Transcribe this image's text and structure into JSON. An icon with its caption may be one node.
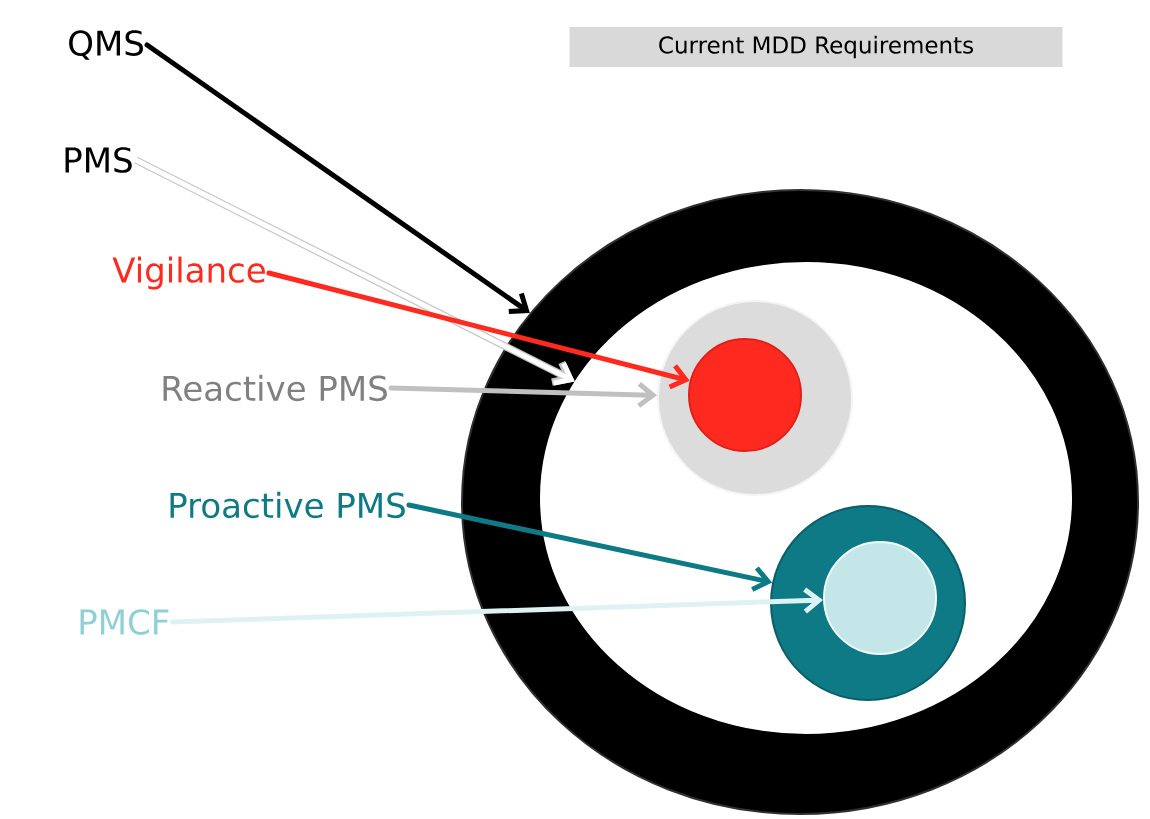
{
  "diagram": {
    "nodes": [
      {
        "text": [
          "Current MDD Requirements"
        ]
      },
      {
        "text": [
          "QMS"
        ]
      },
      {
        "text": [
          "PMS"
        ]
      },
      {
        "text": [
          "Vigilance"
        ]
      },
      {
        "text": [
          "Reactive PMS"
        ]
      },
      {
        "text": [
          "Proactive PMS"
        ]
      },
      {
        "text": [
          "PMCF"
        ]
      },
      {
        "text": [],
        "shape": "circle"
      },
      {
        "text": [],
        "shape": "circle",
        "in": 7
      },
      {
        "text": [],
        "shape": "circle",
        "in": 8
      },
      {
        "text": [],
        "shape": "circle",
        "in": 9
      },
      {
        "text": [],
        "shape": "circle",
        "in": 8
      },
      {
        "text": [],
        "shape": "circle",
        "in": 11
      }
    ],
    "edges": [
      {
        "from": 1,
        "to": 7,
        "arrow": "to",
        "color": "#000000"
      },
      {
        "from": 2,
        "to": 8,
        "arrow": "to",
        "color": "#ffffff"
      },
      {
        "from": 3,
        "to": 10,
        "arrow": "to",
        "color": "#ff2a1f"
      },
      {
        "from": 4,
        "to": 9,
        "arrow": "to",
        "color": "#c0c0c0"
      },
      {
        "from": 5,
        "to": 11,
        "arrow": "to",
        "color": "#0e7a85"
      },
      {
        "from": 6,
        "to": 12,
        "arrow": "to",
        "color": "#dff2f3"
      }
    ]
  }
}
